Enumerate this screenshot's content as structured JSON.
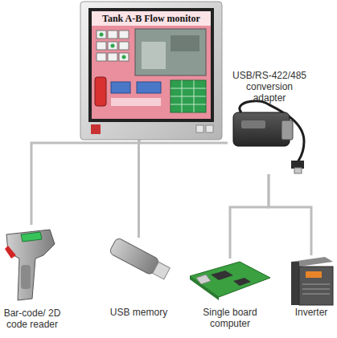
{
  "diagram": {
    "nodes": [
      {
        "text": [
          "Tank A-B Flow monitor"
        ]
      },
      {
        "text": [
          "USB/RS-422/485 conversion adapter"
        ]
      },
      {
        "text": [
          "Bar-code/ 2D code reader"
        ]
      },
      {
        "text": [
          "USB memory"
        ]
      },
      {
        "text": [
          "Single board computer"
        ]
      },
      {
        "text": [
          "Inverter"
        ]
      }
    ],
    "edges": [
      {
        "from": 0,
        "to": 2,
        "arrow": "none"
      },
      {
        "from": 0,
        "to": 3,
        "arrow": "none"
      },
      {
        "from": 0,
        "to": 1,
        "arrow": "none"
      },
      {
        "from": 1,
        "to": 4,
        "arrow": "none"
      },
      {
        "from": 1,
        "to": 5,
        "arrow": "none"
      }
    ]
  }
}
